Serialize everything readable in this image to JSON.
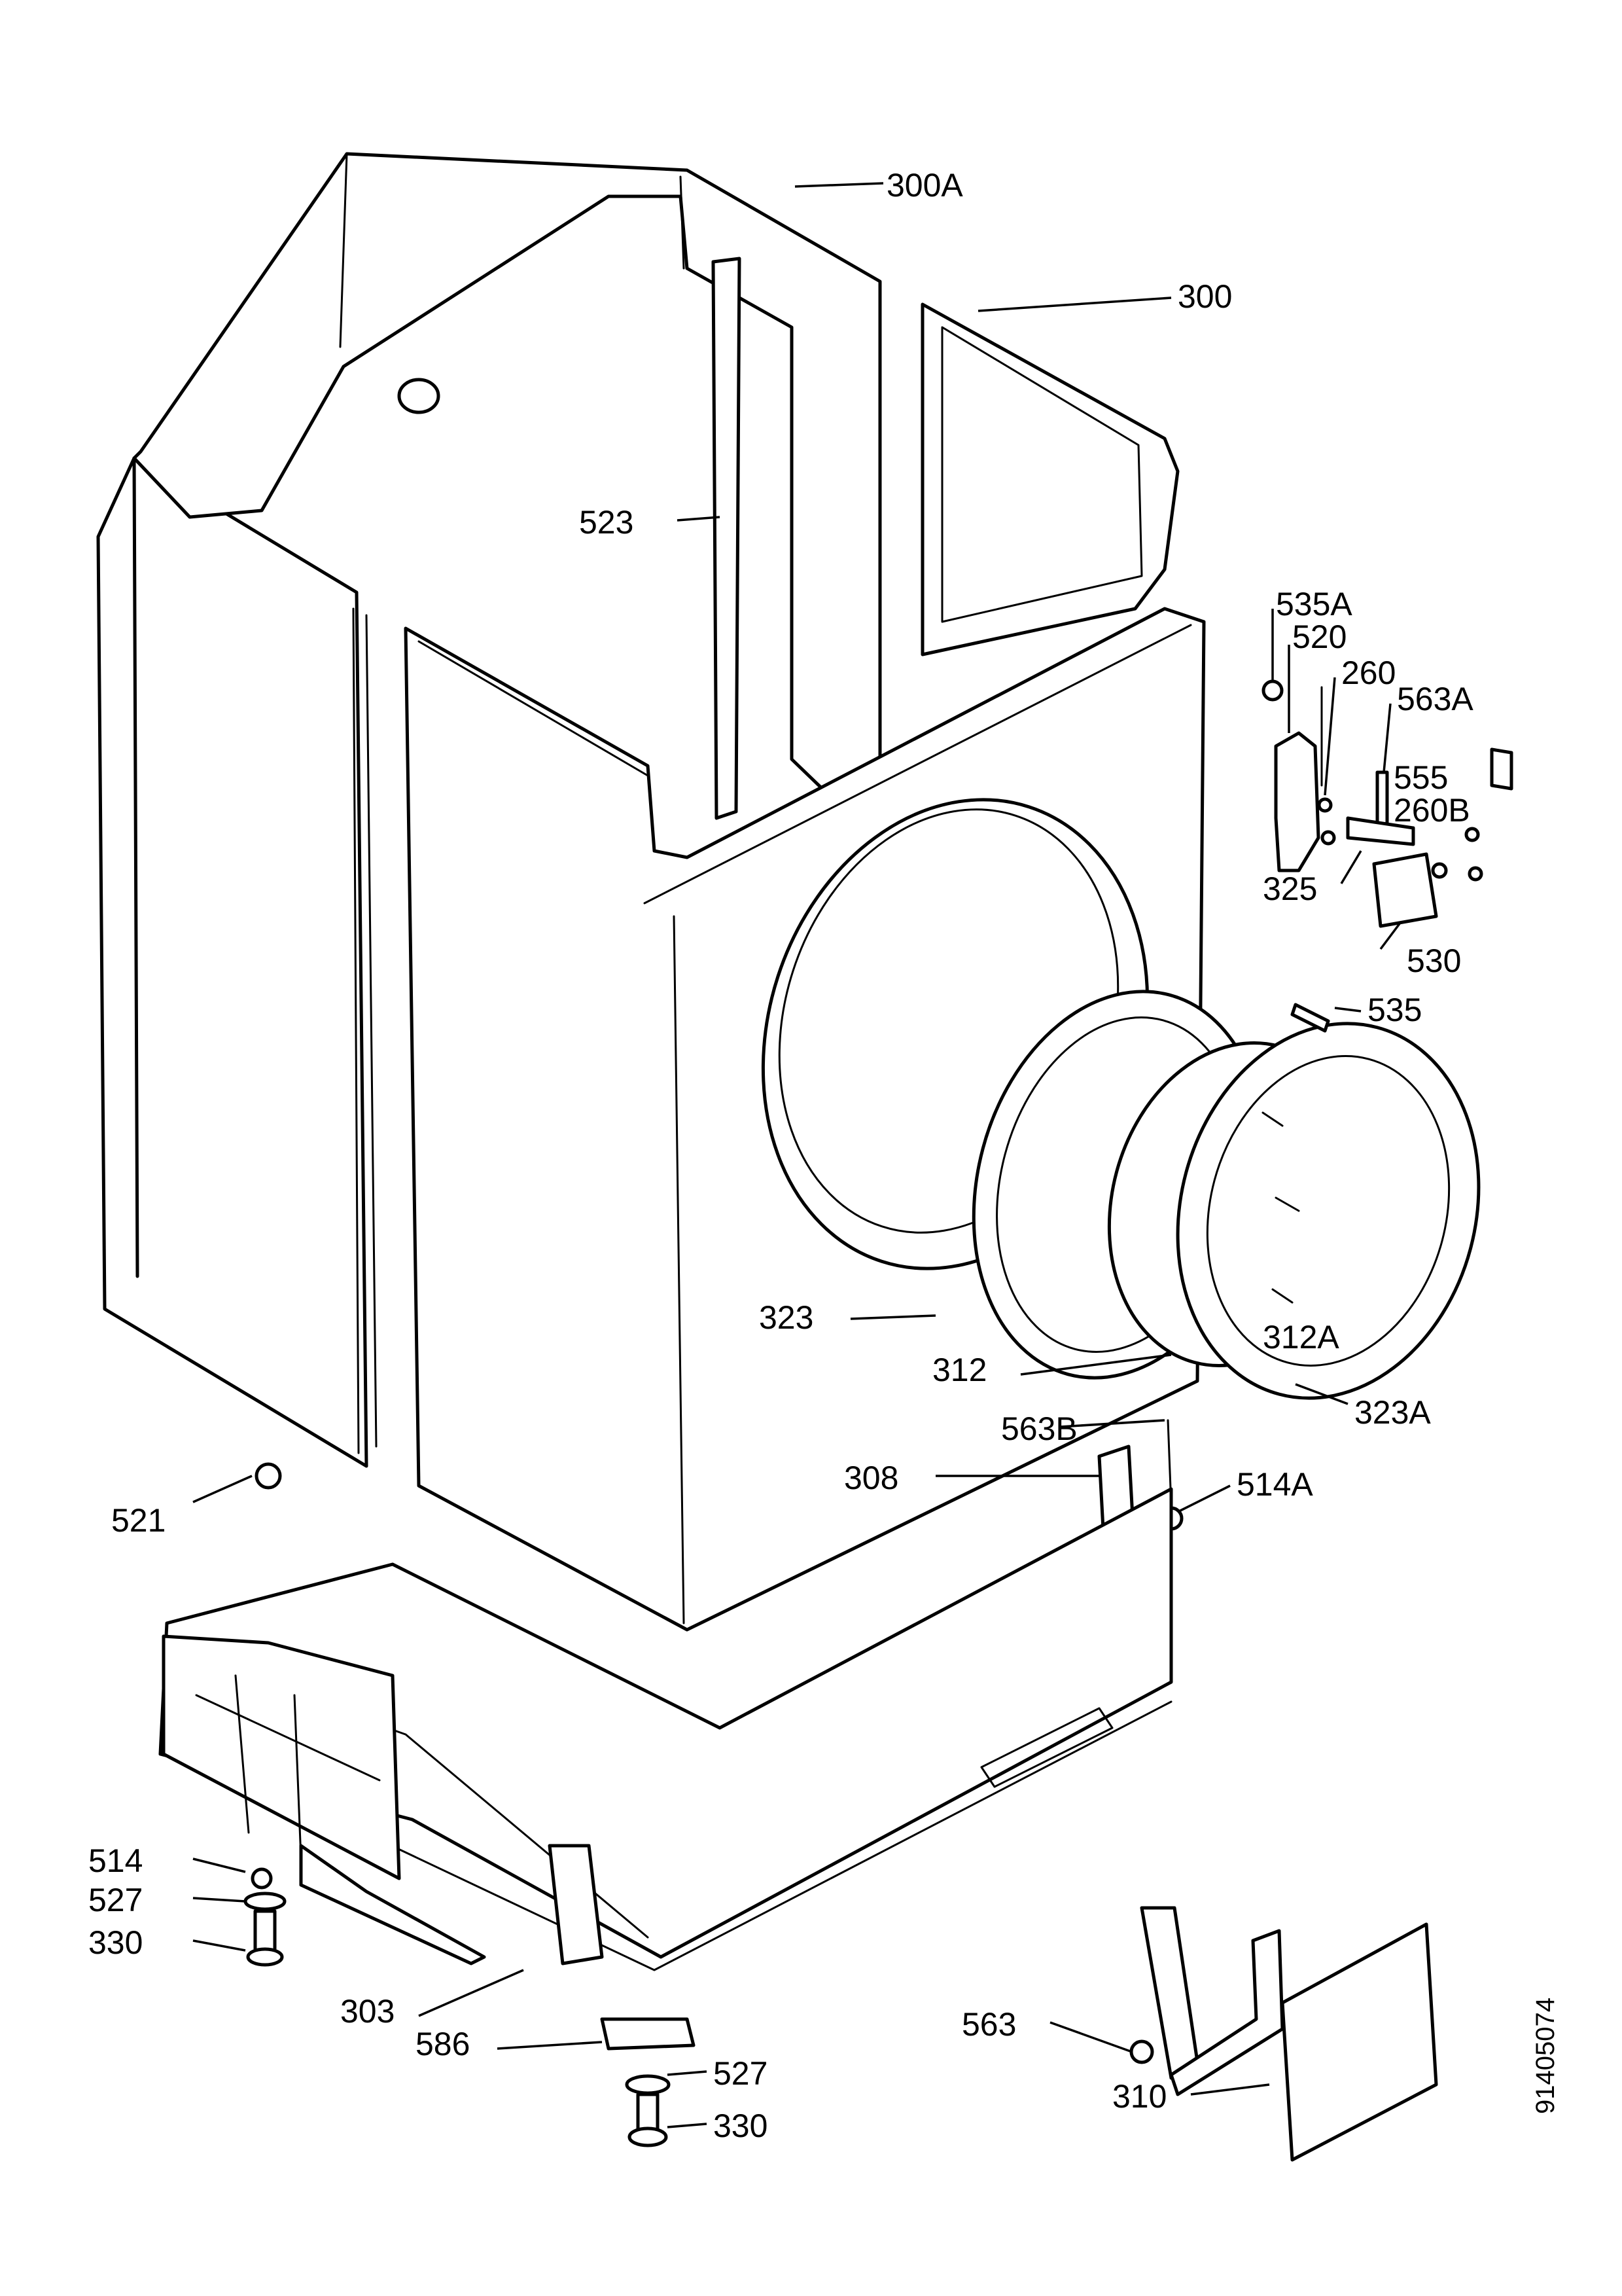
{
  "doc_number": "91405074",
  "callouts": [
    {
      "id": "300A",
      "text": "300A"
    },
    {
      "id": "300",
      "text": "300"
    },
    {
      "id": "523",
      "text": "523"
    },
    {
      "id": "535A",
      "text": "535A"
    },
    {
      "id": "520",
      "text": "520"
    },
    {
      "id": "260",
      "text": "260"
    },
    {
      "id": "563A",
      "text": "563A"
    },
    {
      "id": "555",
      "text": "555"
    },
    {
      "id": "260B",
      "text": "260B"
    },
    {
      "id": "325",
      "text": "325"
    },
    {
      "id": "530",
      "text": "530"
    },
    {
      "id": "535",
      "text": "535"
    },
    {
      "id": "323",
      "text": "323"
    },
    {
      "id": "312A",
      "text": "312A"
    },
    {
      "id": "312",
      "text": "312"
    },
    {
      "id": "323A",
      "text": "323A"
    },
    {
      "id": "563B",
      "text": "563B"
    },
    {
      "id": "514A",
      "text": "514A"
    },
    {
      "id": "308",
      "text": "308"
    },
    {
      "id": "521",
      "text": "521"
    },
    {
      "id": "514",
      "text": "514"
    },
    {
      "id": "527",
      "text": "527"
    },
    {
      "id": "330",
      "text": "330"
    },
    {
      "id": "303",
      "text": "303"
    },
    {
      "id": "586",
      "text": "586"
    },
    {
      "id": "527b",
      "text": "527"
    },
    {
      "id": "330b",
      "text": "330"
    },
    {
      "id": "563",
      "text": "563"
    },
    {
      "id": "310",
      "text": "310"
    }
  ]
}
